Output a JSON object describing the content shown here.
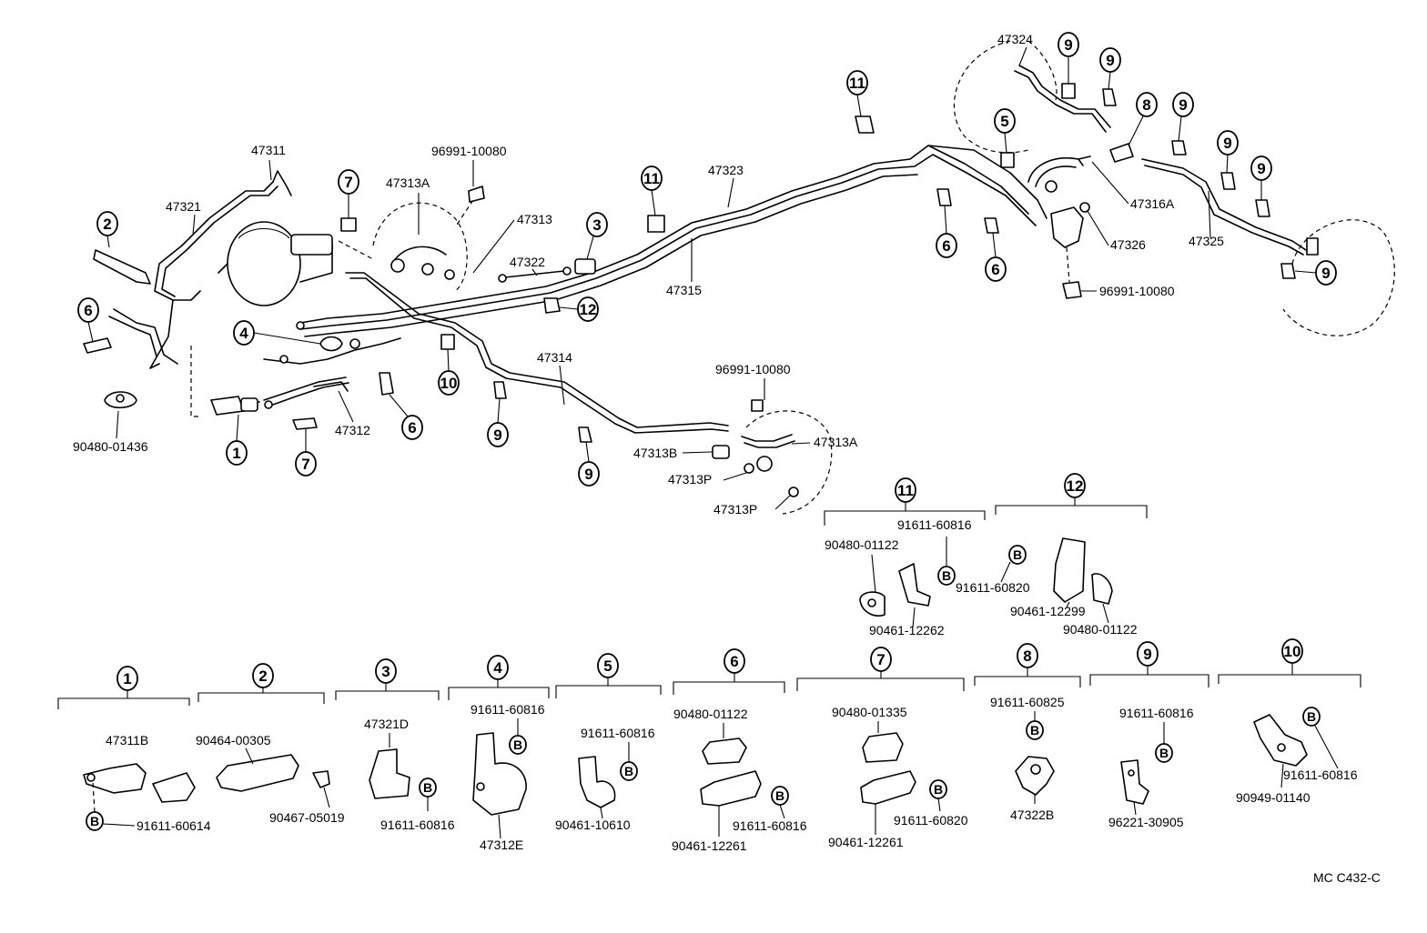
{
  "diagram_code": "MC C432-C",
  "labels": {
    "p47311": "47311",
    "p47321": "47321",
    "p96991_a": "96991-10080",
    "p47313A_a": "47313A",
    "p47313": "47313",
    "p47322": "47322",
    "p47323": "47323",
    "p47315": "47315",
    "p47324": "47324",
    "p47316A": "47316A",
    "p47326": "47326",
    "p47325": "47325",
    "p96991_b": "96991-10080",
    "p47314": "47314",
    "p96991_c": "96991-10080",
    "p47313A_b": "47313A",
    "p47313B": "47313B",
    "p47313P_a": "47313P",
    "p47313P_b": "47313P",
    "p47312": "47312",
    "p90480_01436": "90480-01436"
  },
  "callouts": {
    "c1": "1",
    "c2": "2",
    "c3": "3",
    "c4": "4",
    "c5": "5",
    "c6": "6",
    "c7": "7",
    "c8": "8",
    "c9": "9",
    "c10": "10",
    "c11": "11",
    "c12": "12",
    "bolt": "B"
  },
  "groups": {
    "g11": {
      "number": "11",
      "p1": "91611-60816",
      "p2": "90480-01122",
      "p3": "90461-12262"
    },
    "g12": {
      "number": "12",
      "p1": "91611-60820",
      "p2": "90461-12299",
      "p3": "90480-01122"
    },
    "g1": {
      "number": "1",
      "p1": "47311B",
      "p2": "91611-60614"
    },
    "g2": {
      "number": "2",
      "p1": "90464-00305",
      "p2": "90467-05019"
    },
    "g3": {
      "number": "3",
      "p1": "47321D",
      "p2": "91611-60816"
    },
    "g4": {
      "number": "4",
      "p1": "91611-60816",
      "p2": "47312E"
    },
    "g5": {
      "number": "5",
      "p1": "91611-60816",
      "p2": "90461-10610"
    },
    "g6": {
      "number": "6",
      "p1": "90480-01122",
      "p2": "91611-60816",
      "p3": "90461-12261"
    },
    "g7": {
      "number": "7",
      "p1": "90480-01335",
      "p2": "91611-60820",
      "p3": "90461-12261"
    },
    "g8": {
      "number": "8",
      "p1": "91611-60825",
      "p2": "47322B"
    },
    "g9": {
      "number": "9",
      "p1": "91611-60816",
      "p2": "96221-30905"
    },
    "g10": {
      "number": "10",
      "p1": "91611-60816",
      "p2": "90949-01140"
    }
  }
}
